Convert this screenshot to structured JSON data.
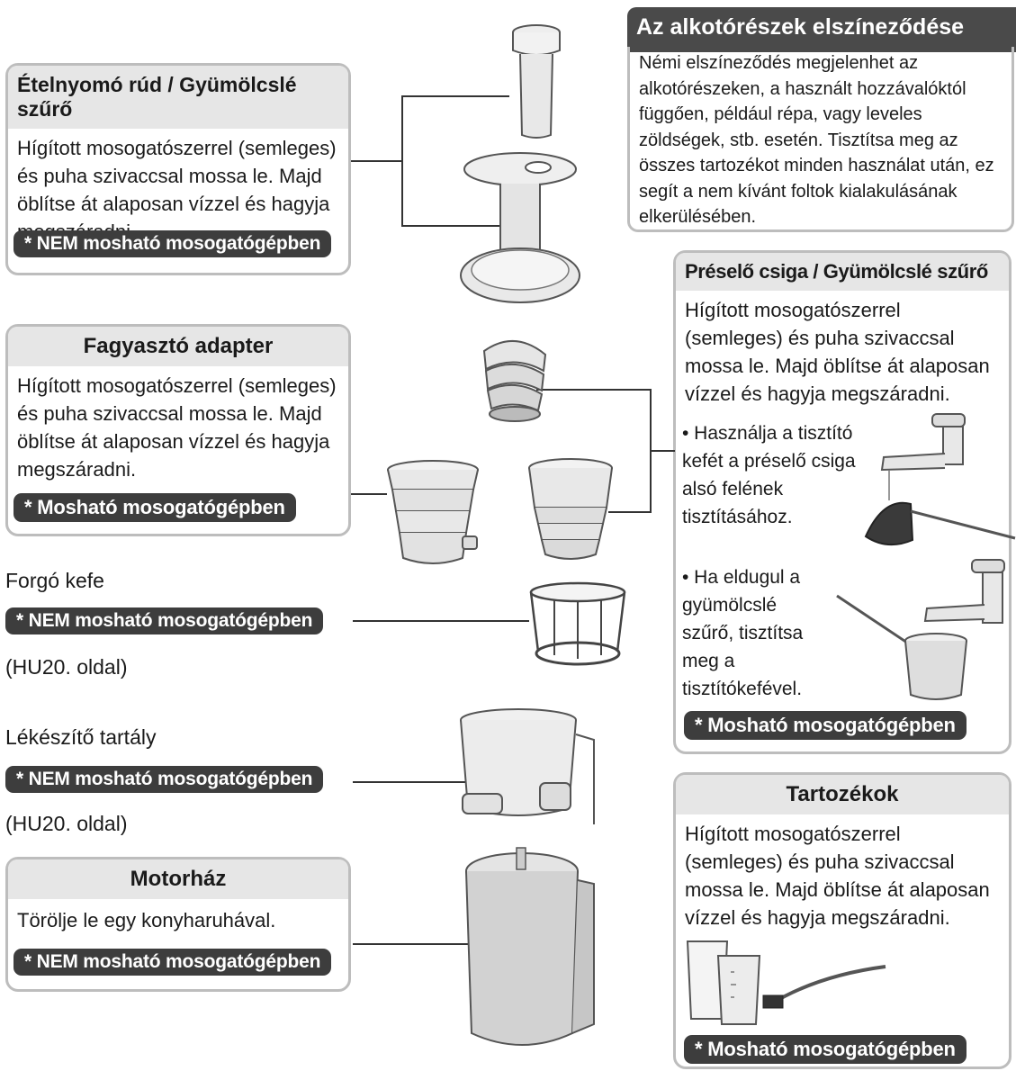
{
  "discoloration": {
    "title": "Az alkotórészek elszíneződése",
    "text": "Némi elszíneződés megjelenhet az alkotórészeken, a használt hozzávalóktól függően, például répa, vagy leveles zöldségek, stb. esetén. Tisztítsa meg az összes tartozékot minden használat után, ez segít a nem kívánt foltok kialakulásának elkerülésében."
  },
  "pusher": {
    "title": "Ételnyomó rúd / Gyümölcslé szűrő",
    "text": "Hígított mosogatószerrel (semleges) és puha szivaccsal mossa le. Majd öblítse át alaposan vízzel és hagyja megszáradni.",
    "badge": "* NEM mosható mosogatógépben"
  },
  "freezer": {
    "title": "Fagyasztó adapter",
    "text": "Hígított mosogatószerrel (semleges) és puha szivaccsal mossa le. Majd öblítse át alaposan vízzel és hagyja megszáradni.",
    "badge": "* Mosható mosogatógépben"
  },
  "brush": {
    "title": "Forgó kefe",
    "badge": "* NEM mosható mosogatógépben",
    "ref": "(HU20. oldal)"
  },
  "container": {
    "title": "Lékészítő tartály",
    "badge": "* NEM mosható mosogatógépben",
    "ref": "(HU20. oldal)"
  },
  "motor": {
    "title": "Motorház",
    "text": "Törölje le egy konyharuhával.",
    "badge": "* NEM mosható mosogatógépben"
  },
  "screw": {
    "title": "Préselő csiga / Gyümölcslé szűrő",
    "text": "Hígított mosogatószerrel (semleges) és puha szivaccsal mossa le. Majd öblítse át alaposan vízzel és hagyja megszáradni.",
    "bullet1": "• Használja a tisztító kefét a préselő csiga alsó felének tisztításához.",
    "bullet2": "• Ha eldugul a gyümölcslé szűrő, tisztítsa meg a tisztítókefével.",
    "badge": "* Mosható mosogatógépben"
  },
  "accessories": {
    "title": "Tartozékok",
    "text": "Hígított mosogatószerrel (semleges) és puha szivaccsal mossa le. Majd öblítse át alaposan vízzel és hagyja megszáradni.",
    "badge": "* Mosható mosogatógépben"
  }
}
